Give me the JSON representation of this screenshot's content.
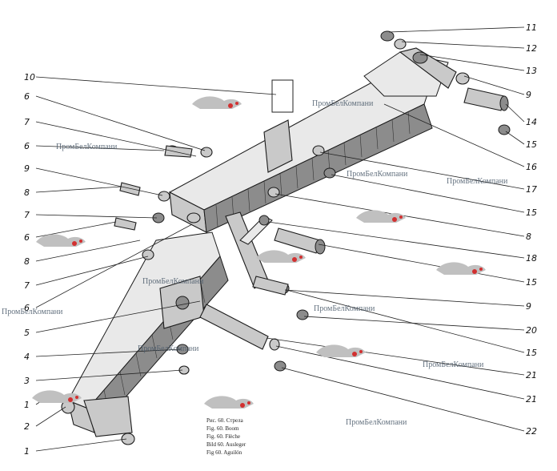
{
  "figure": {
    "caption_lines": [
      "Рис. 60. Стрела",
      "Fig. 60. Boom",
      "Fig. 60. Flèche",
      "Bild 60. Ausleger",
      "Fig 60. Aguilón"
    ]
  },
  "watermark_text": "ПромБелКомпани",
  "callouts_right": [
    "11",
    "12",
    "13",
    "9",
    "14",
    "15",
    "16",
    "17",
    "15",
    "8",
    "18",
    "15",
    "9",
    "20",
    "15",
    "21",
    "21",
    "22"
  ],
  "callouts_left": [
    "10",
    "6",
    "7",
    "6",
    "9",
    "8",
    "7",
    "6",
    "8",
    "7",
    "6",
    "5",
    "4",
    "3",
    "1",
    "2",
    "1"
  ],
  "colors": {
    "ink": "#111111",
    "metal": "#c9c9c9",
    "logo_red": "#d23030",
    "watermark": "#4a5a6a"
  }
}
